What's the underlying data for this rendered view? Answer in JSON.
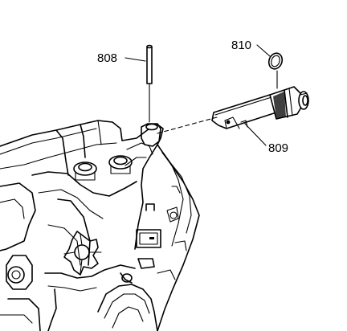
{
  "callouts": {
    "pin": "808",
    "sensor": "809",
    "o_ring": "810"
  }
}
